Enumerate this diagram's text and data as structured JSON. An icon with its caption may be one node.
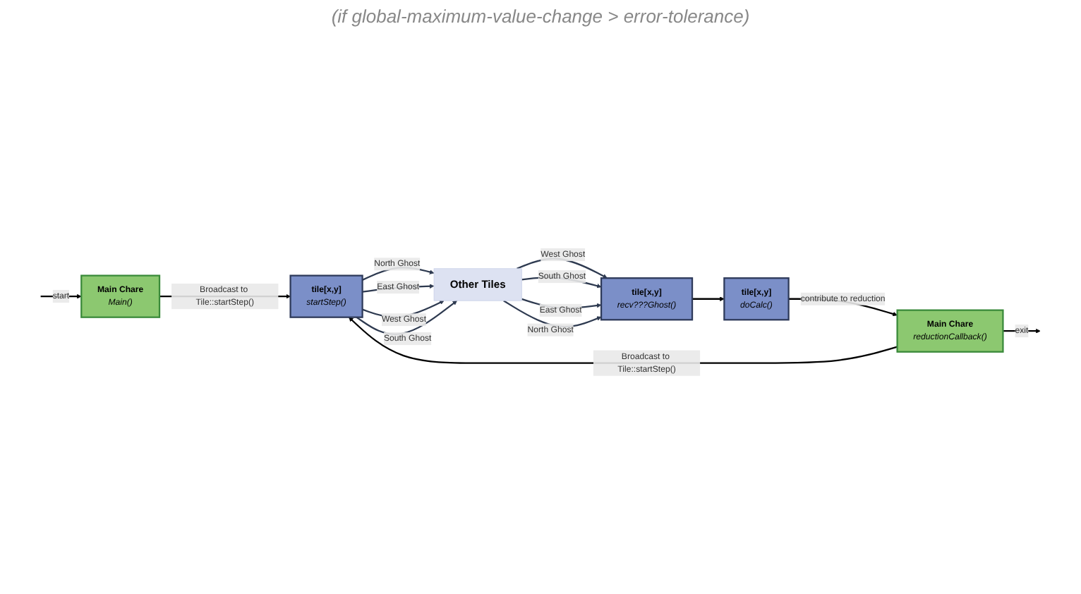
{
  "diagram": {
    "nodes": [
      {
        "text": [
          "tile[x,y]",
          "startStep()"
        ]
      },
      {
        "text": [
          "Main Chare",
          "reductionCallback()"
        ]
      },
      {
        "text": [
          "Other Tiles"
        ]
      },
      {
        "text": [
          "Main Chare",
          "Main()"
        ]
      },
      {
        "text": [
          "tile[x,y]",
          "recv???Ghost()"
        ]
      },
      {
        "text": [
          "tile[x,y]",
          "doCalc()"
        ]
      }
    ],
    "edges": [
      {
        "from": 1,
        "to": 0,
        "arrow": "to",
        "label": "Broadcast to Tile::startStep()",
        "color": "#000000"
      },
      {
        "from": 0,
        "to": 2,
        "arrow": "to",
        "label": "North Ghost"
      },
      {
        "from": 0,
        "to": 2,
        "arrow": "to",
        "label": "East Ghost"
      },
      {
        "from": 0,
        "to": 2,
        "arrow": "to",
        "label": "West Ghost"
      },
      {
        "from": 0,
        "to": 2,
        "arrow": "to",
        "label": "South Ghost"
      },
      {
        "from": 2,
        "to": 4,
        "arrow": "to",
        "label": "West Ghost"
      },
      {
        "from": 2,
        "to": 4,
        "arrow": "to",
        "label": "South Ghost"
      },
      {
        "from": 2,
        "to": 4,
        "arrow": "to",
        "label": "East Ghost"
      },
      {
        "from": 2,
        "to": 4,
        "arrow": "to",
        "label": "North Ghost"
      },
      {
        "from": 3,
        "to": 0,
        "arrow": "to",
        "label": "Broadcast to Tile::startStep()",
        "color": "#000000"
      },
      {
        "from": null,
        "to": 3,
        "arrow": "to",
        "label": "start",
        "color": "#000000"
      },
      {
        "from": 4,
        "to": 5,
        "arrow": "to",
        "color": "#000000"
      },
      {
        "from": 5,
        "to": 1,
        "arrow": "to",
        "label": "contribute to reduction",
        "color": "#000000"
      },
      {
        "from": 1,
        "to": null,
        "arrow": "to",
        "label": "exit",
        "color": "#000000"
      }
    ],
    "labels": [
      "(if global-maximum-value-change > error-tolerance)"
    ]
  }
}
